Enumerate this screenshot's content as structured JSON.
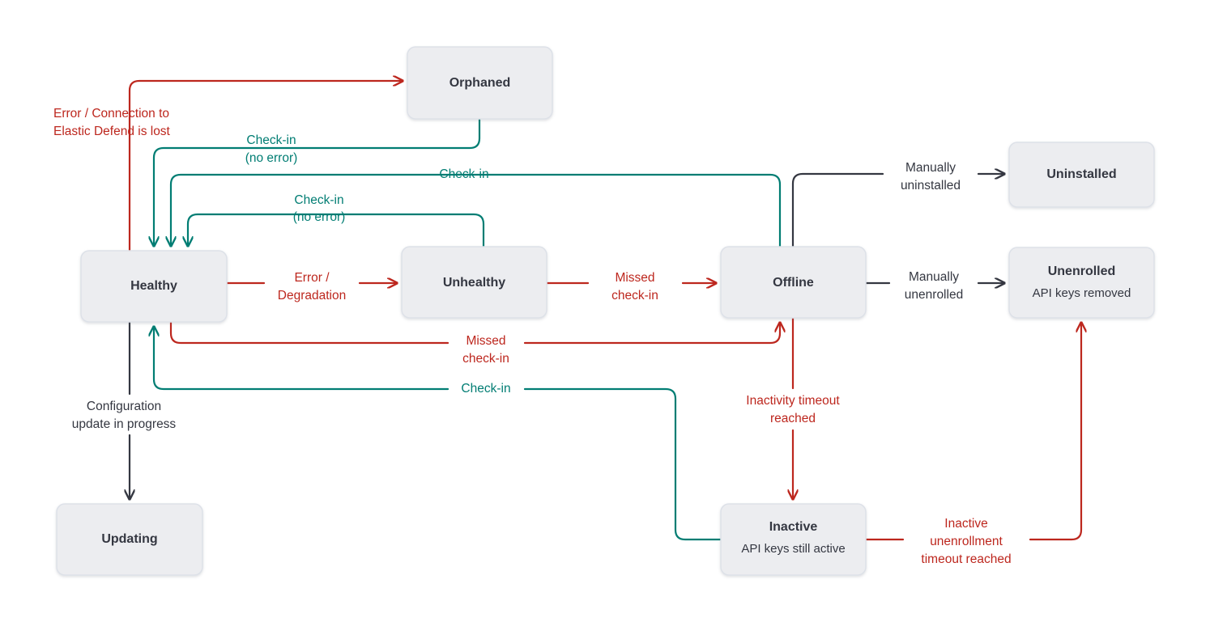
{
  "diagram": {
    "title": "Elastic Agent status state diagram",
    "background": "#ffffff",
    "colors": {
      "red": "#BD271E",
      "teal": "#017D73",
      "black": "#343741",
      "node_fill": "#ECEDF0",
      "node_stroke": "#DDE1E8"
    },
    "nodes": [
      {
        "id": "orphaned",
        "title": "Orphaned",
        "subtitle": ""
      },
      {
        "id": "healthy",
        "title": "Healthy",
        "subtitle": ""
      },
      {
        "id": "unhealthy",
        "title": "Unhealthy",
        "subtitle": ""
      },
      {
        "id": "offline",
        "title": "Offline",
        "subtitle": ""
      },
      {
        "id": "uninstalled",
        "title": "Uninstalled",
        "subtitle": ""
      },
      {
        "id": "unenrolled",
        "title": "Unenrolled",
        "subtitle": "API keys removed"
      },
      {
        "id": "updating",
        "title": "Updating",
        "subtitle": ""
      },
      {
        "id": "inactive",
        "title": "Inactive",
        "subtitle": "API keys still active"
      }
    ],
    "edges": [
      {
        "id": "healthy-to-orphaned",
        "from": "healthy",
        "to": "orphaned",
        "color": "red",
        "label_line1": "Error / Connection to",
        "label_line2": "Elastic Defend is lost"
      },
      {
        "id": "orphaned-to-healthy",
        "from": "orphaned",
        "to": "healthy",
        "color": "teal",
        "label_line1": "Check-in",
        "label_line2": "(no error)"
      },
      {
        "id": "offline-to-healthy",
        "from": "offline",
        "to": "healthy",
        "color": "teal",
        "label_line1": "Check-in",
        "label_line2": ""
      },
      {
        "id": "unhealthy-to-healthy",
        "from": "unhealthy",
        "to": "healthy",
        "color": "teal",
        "label_line1": "Check-in",
        "label_line2": "(no error)"
      },
      {
        "id": "healthy-to-unhealthy",
        "from": "healthy",
        "to": "unhealthy",
        "color": "red",
        "label_line1": "Error /",
        "label_line2": "Degradation"
      },
      {
        "id": "unhealthy-to-offline",
        "from": "unhealthy",
        "to": "offline",
        "color": "red",
        "label_line1": "Missed",
        "label_line2": "check-in"
      },
      {
        "id": "healthy-to-offline",
        "from": "healthy",
        "to": "offline",
        "color": "red",
        "label_line1": "Missed",
        "label_line2": "check-in"
      },
      {
        "id": "inactive-to-healthy",
        "from": "inactive",
        "to": "healthy",
        "color": "teal",
        "label_line1": "Check-in",
        "label_line2": ""
      },
      {
        "id": "offline-to-uninstalled",
        "from": "offline",
        "to": "uninstalled",
        "color": "black",
        "label_line1": "Manually",
        "label_line2": "uninstalled"
      },
      {
        "id": "offline-to-unenrolled",
        "from": "offline",
        "to": "unenrolled",
        "color": "black",
        "label_line1": "Manually",
        "label_line2": "unenrolled"
      },
      {
        "id": "offline-to-inactive",
        "from": "offline",
        "to": "inactive",
        "color": "red",
        "label_line1": "Inactivity timeout",
        "label_line2": "reached"
      },
      {
        "id": "healthy-to-updating",
        "from": "healthy",
        "to": "updating",
        "color": "black",
        "label_line1": "Configuration",
        "label_line2": "update in progress"
      },
      {
        "id": "inactive-to-unenrolled",
        "from": "inactive",
        "to": "unenrolled",
        "color": "red",
        "label_line1": "Inactive",
        "label_line2": "unenrollment",
        "label_line3": "timeout reached"
      }
    ]
  }
}
